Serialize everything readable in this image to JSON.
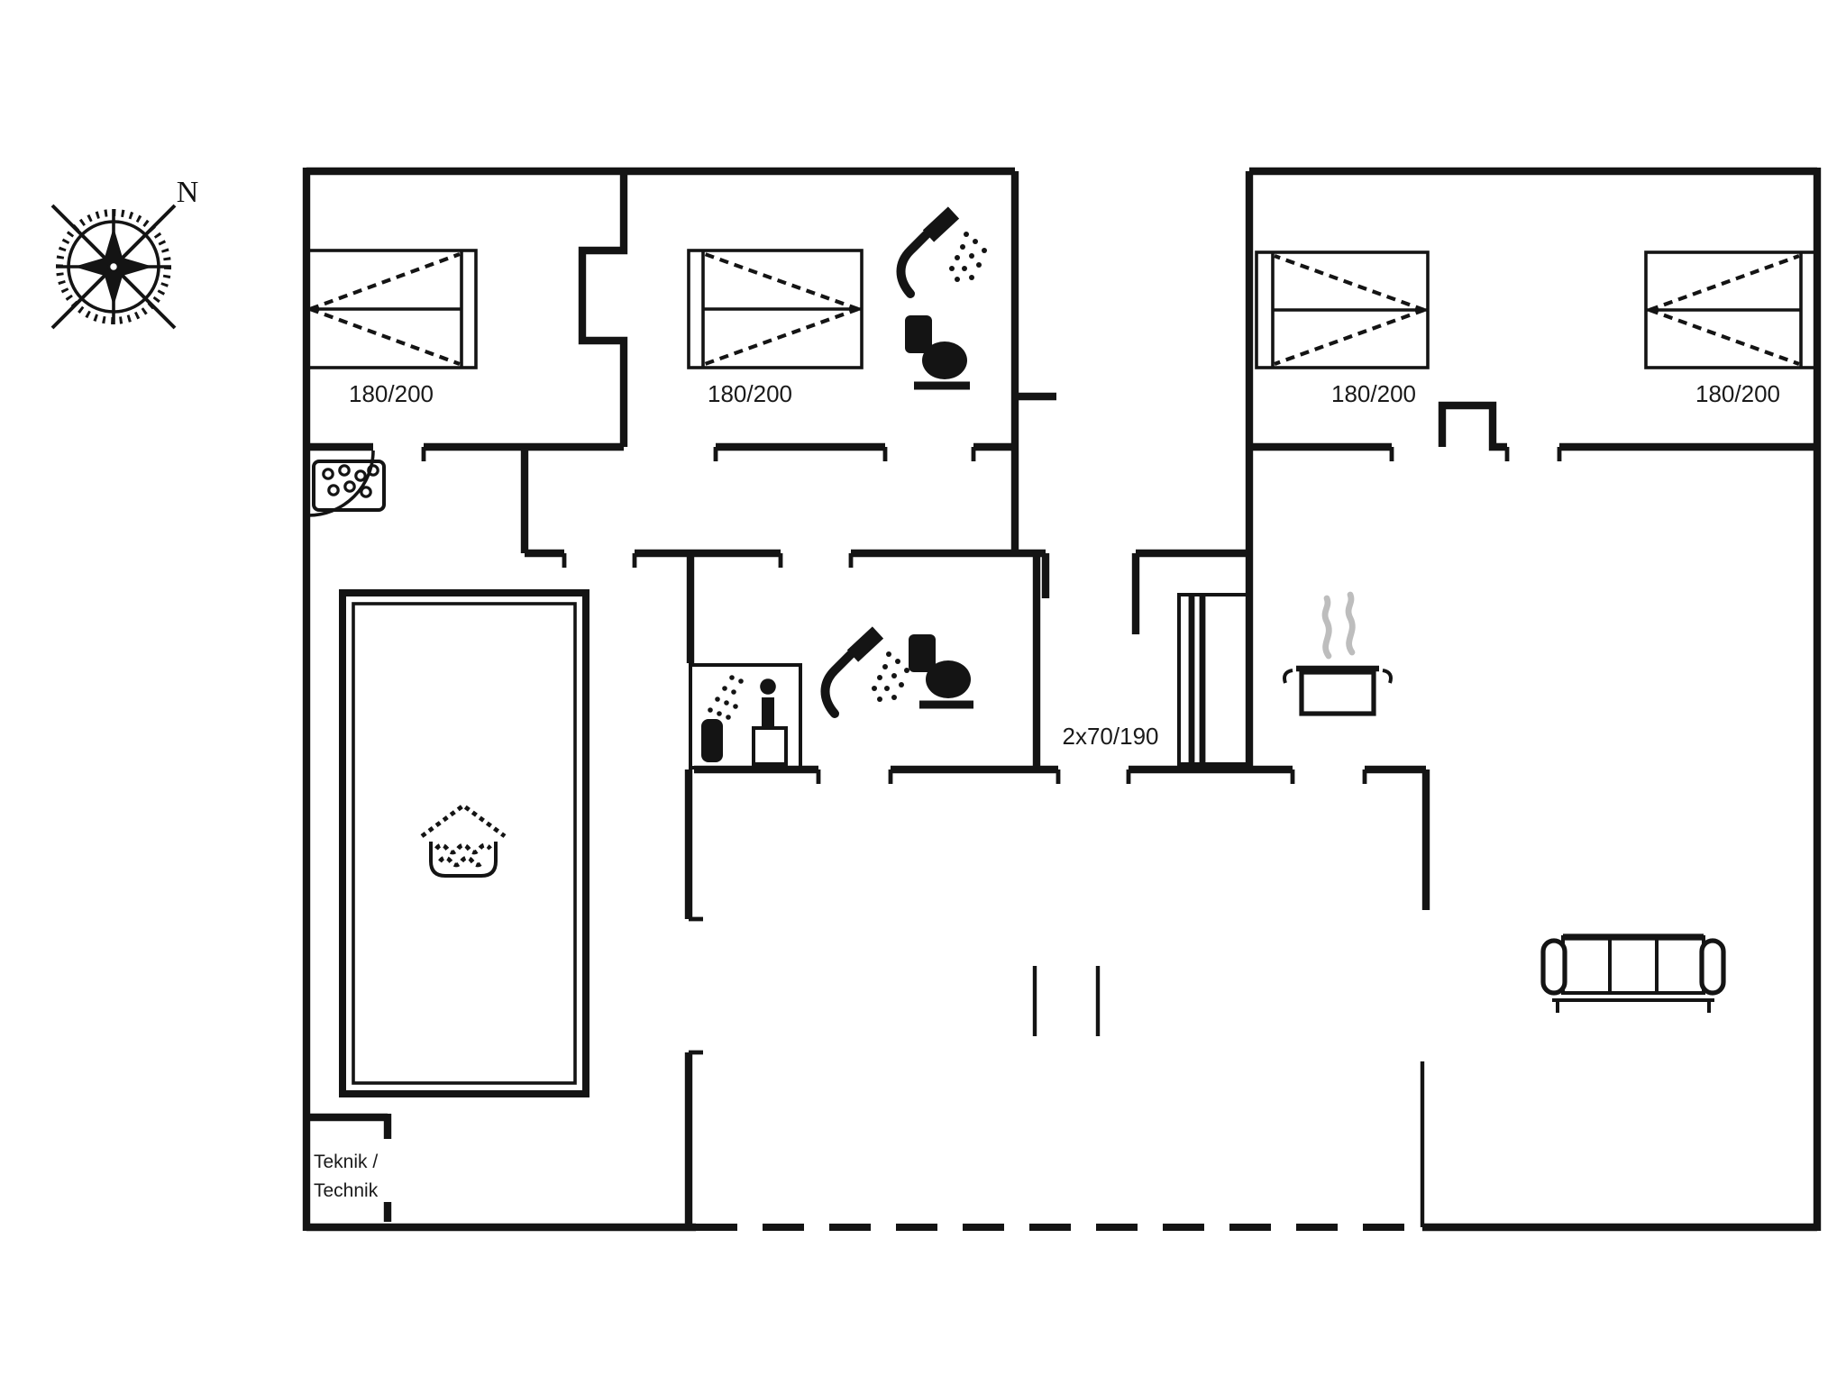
{
  "plan": {
    "type": "holiday-house-floor-plan",
    "background": "#ffffff",
    "colors": {
      "wall": "#141414",
      "label": "#1a1a1a",
      "steam": "#bdbdbd"
    },
    "compass": {
      "north_label": "N"
    },
    "labels": {
      "bedroom1_bed": "180/200",
      "bedroom2_bed": "180/200",
      "bedroom3_bed": "180/200",
      "bedroom4_bed": "180/200",
      "bunk_beds": "2x70/190",
      "technical_room_line1": "Teknik /",
      "technical_room_line2": "Technik"
    },
    "icons": {
      "compass-rose-icon": "compass rose with N arrow",
      "double-bed-icon": "double bed top view, 4 instances",
      "bunk-bed-icon": "bunk bed 2x70/190 top view",
      "shower-icon": "hand shower with spray, 2 instances",
      "toilet-icon": "toilet side silhouette, 2 instances",
      "sauna-icon": "sauna cabin with person and steam",
      "pool-icon": "indoor pool symbol, roof over waves",
      "hob-icon": "cooktop with burners",
      "cooking-pot-icon": "pot with steam",
      "sofa-icon": "three seat sofa top view",
      "door-swing-icon": "quarter circle door swing"
    }
  }
}
